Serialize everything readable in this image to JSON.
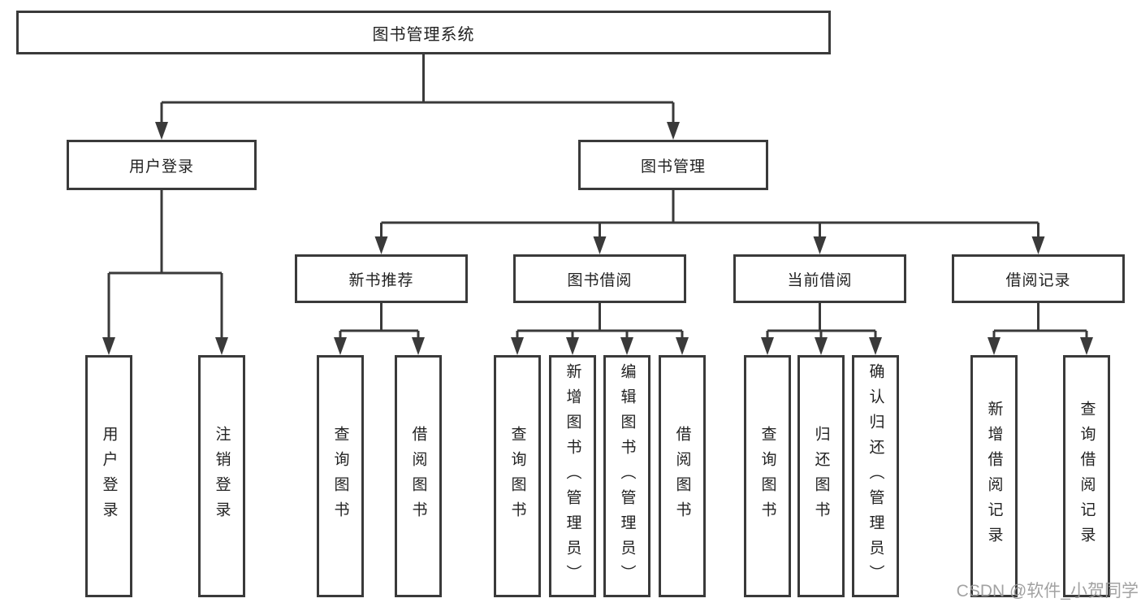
{
  "diagram": {
    "root": {
      "label": "图书管理系统"
    },
    "branches": [
      {
        "label": "用户登录",
        "children": [
          {
            "label": "用户登录"
          },
          {
            "label": "注销登录"
          }
        ]
      },
      {
        "label": "图书管理",
        "children": [
          {
            "label": "新书推荐",
            "children": [
              {
                "label": "查询图书"
              },
              {
                "label": "借阅图书"
              }
            ]
          },
          {
            "label": "图书借阅",
            "children": [
              {
                "label": "查询图书"
              },
              {
                "label": "新增图书（管理员）"
              },
              {
                "label": "编辑图书（管理员）"
              },
              {
                "label": "借阅图书"
              }
            ]
          },
          {
            "label": "当前借阅",
            "children": [
              {
                "label": "查询图书"
              },
              {
                "label": "归还图书"
              },
              {
                "label": "确认归还（管理员）"
              }
            ]
          },
          {
            "label": "借阅记录",
            "children": [
              {
                "label": "新增借阅记录"
              },
              {
                "label": "查询借阅记录"
              }
            ]
          }
        ]
      }
    ],
    "colors": {
      "line": "#3a3a3a",
      "text": "#222222",
      "watermark": "#9a9a9a"
    },
    "watermark": "CSDN @软件_小贺同学"
  }
}
